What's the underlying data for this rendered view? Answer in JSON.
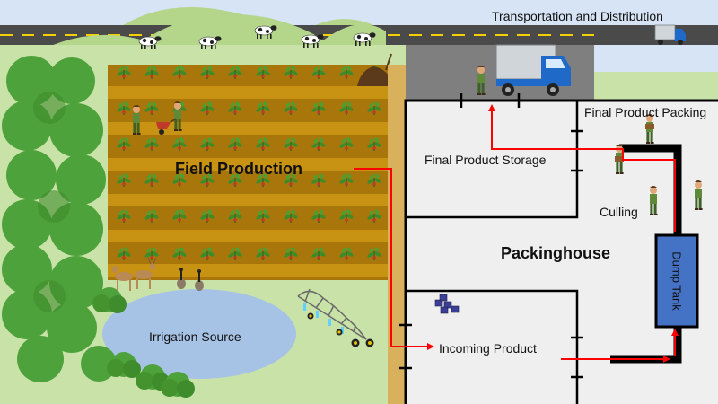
{
  "labels": {
    "transport": "Transportation and Distribution",
    "final_packing": "Final Product Packing",
    "final_storage": "Final Product Storage",
    "field": "Field Production",
    "culling": "Culling",
    "packinghouse": "Packinghouse",
    "dump_tank": "Dump Tank",
    "irrigation": "Irrigation Source",
    "incoming": "Incoming Product"
  },
  "colors": {
    "sky": "#d6e4f5",
    "hills": "#b4d68a",
    "grass": "#c8e2a8",
    "field": "#a8760a",
    "field_row": "#c89212",
    "road": "#4a4a4a",
    "lot": "#7f7f7f",
    "path": "#d9b15c",
    "floor": "#efefef",
    "pond": "#a6c3e6",
    "trees": "#4ea23c",
    "tank": "#4472c4",
    "flow_arrow": "#ff0000"
  }
}
